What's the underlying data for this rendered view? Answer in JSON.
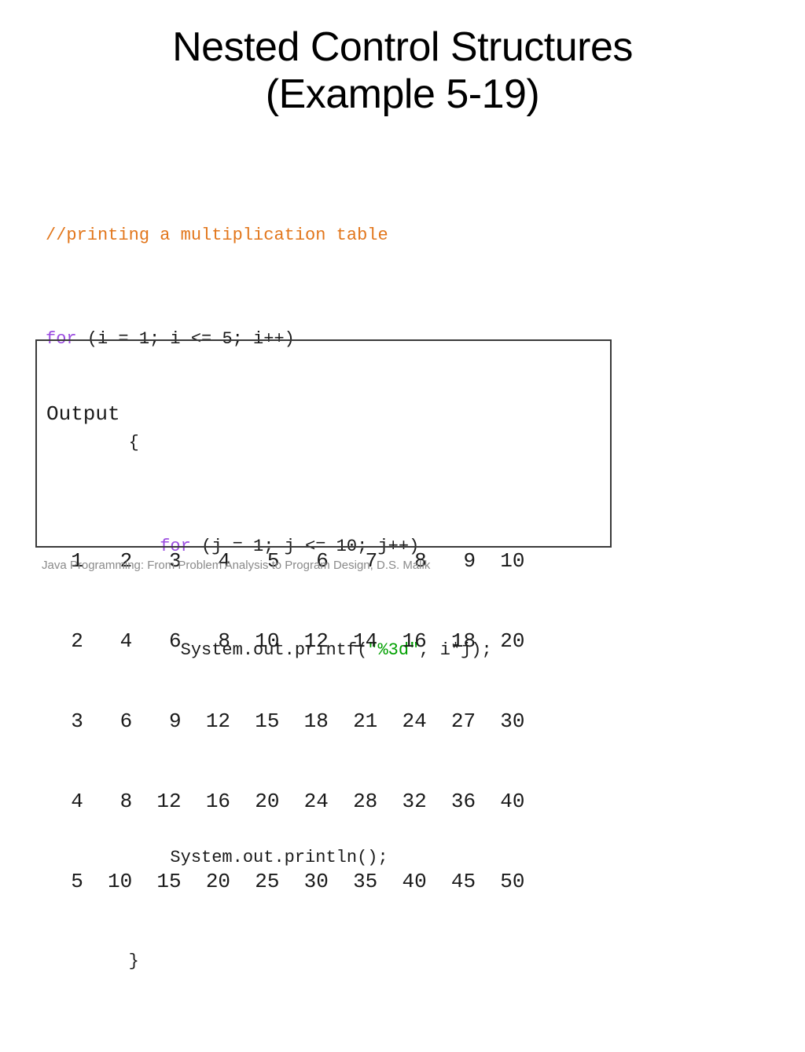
{
  "slide": {
    "title_lines": [
      "Nested Control Structures",
      "(Example 5-19)"
    ],
    "background_color": "#ffffff"
  },
  "code": {
    "language": "java",
    "colors": {
      "comment": "#E2761B",
      "keyword": "#9B4DE0",
      "string": "#00A000",
      "plain": "#1a1a1a"
    },
    "lines": [
      {
        "comment": "//printing a multiplication table"
      },
      {
        "keyword": "for",
        "rest": " (i = 1; i <= 5; i++)"
      },
      {
        "plain": "        {"
      },
      {
        "indent": "           ",
        "keyword": "for",
        "rest": " (j = 1; j <= 10; j++)"
      },
      {
        "pre": "             System.out.printf(",
        "string": "\"%3d\"",
        "post": ", i*j);"
      },
      {
        "plain": ""
      },
      {
        "plain": "            System.out.println();"
      },
      {
        "plain": "        }"
      }
    ]
  },
  "output": {
    "label": "Output",
    "rows": [
      "  1   2   3   4   5   6   7   8   9  10",
      "  2   4   6   8  10  12  14  16  18  20",
      "  3   6   9  12  15  18  21  24  27  30",
      "  4   8  12  16  20  24  28  32  36  40",
      "  5  10  15  20  25  30  35  40  45  50"
    ],
    "border_color": "#3a3a3a"
  },
  "footer": {
    "text": "Java Programming: From Problem Analysis to Program Design, D.S. Malik",
    "color": "#8a8a8a"
  }
}
